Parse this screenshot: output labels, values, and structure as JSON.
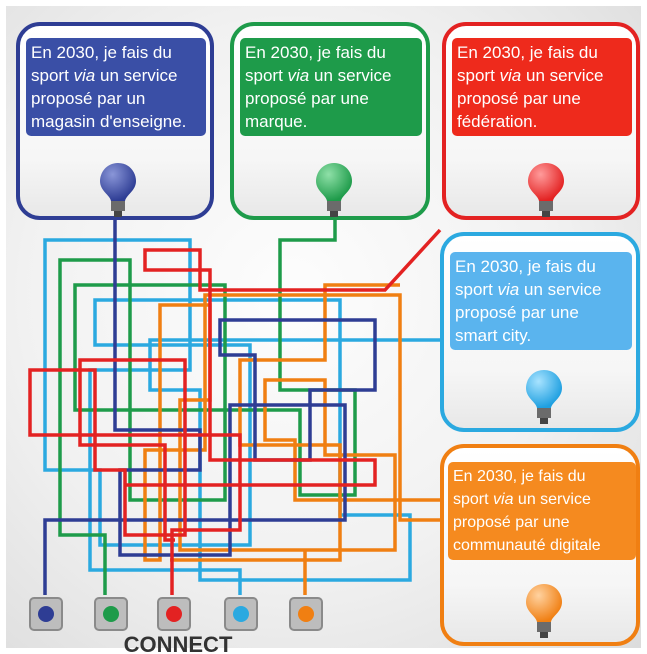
{
  "cards": [
    {
      "id": "magasin",
      "line1": "En 2030, je fais du",
      "pre": "sport ",
      "em": "via",
      "post": " un service",
      "line3": "proposé par un",
      "line4": "magasin d'enseigne.",
      "color": "#2E3D94",
      "label_bg": "#3A4FA6"
    },
    {
      "id": "marque",
      "line1": "En 2030, je fais du",
      "pre": "sport ",
      "em": "via",
      "post": " un service",
      "line3": "proposé par une",
      "line4": "marque.",
      "color": "#1E9B4A",
      "label_bg": "#1E9B4A"
    },
    {
      "id": "federation",
      "line1": "En 2030, je fais du",
      "pre": "sport ",
      "em": "via",
      "post": " un service",
      "line3": "proposé par une",
      "line4": "fédération.",
      "color": "#E32222",
      "label_bg": "#EE2A1C"
    },
    {
      "id": "smartcity",
      "line1": "En 2030, je fais du",
      "pre": "sport ",
      "em": "via",
      "post": " un service",
      "line3": "proposé par une",
      "line4": "smart city.",
      "color": "#2BA9E0",
      "label_bg": "#5AB4EE"
    },
    {
      "id": "communaute",
      "line1": "En 2030, je fais du",
      "pre": "sport ",
      "em": "via",
      "post": " un service",
      "line3": "proposé par une",
      "line4": "communauté digitale",
      "color": "#F07F12",
      "label_bg": "#F58A1F"
    }
  ],
  "footer_label": "CONNECT",
  "colors": {
    "navy": "#2E3D94",
    "green": "#1E9B4A",
    "red": "#E32222",
    "sky": "#2BA9E0",
    "orange": "#F07F12"
  },
  "icons": [
    "light-bulb-icon",
    "connector-button-icon"
  ]
}
